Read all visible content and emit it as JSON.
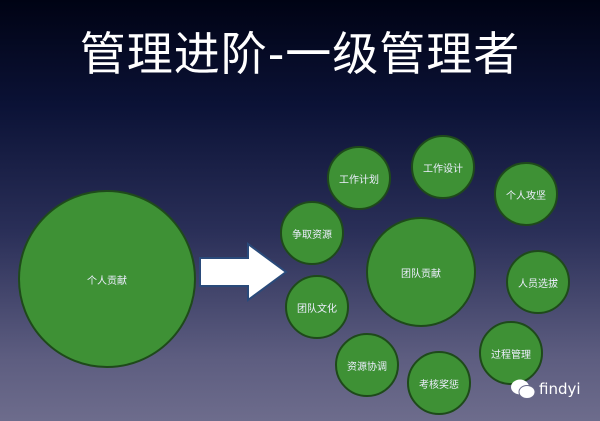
{
  "title": "管理进阶-一级管理者",
  "left_node": "个人贡献",
  "center_node": "团队贡献",
  "nodes": [
    "工作计划",
    "工作设计",
    "个人攻坚",
    "争取资源",
    "人员选拔",
    "团队文化",
    "过程管理",
    "资源协调",
    "考核奖惩"
  ],
  "watermark": "findyi",
  "colors": {
    "circle": "#3e9135",
    "arrow": "#ffffff"
  }
}
